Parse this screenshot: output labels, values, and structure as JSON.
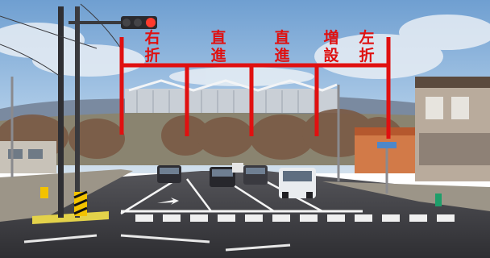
{
  "lane_diagram": {
    "color": "#e01010",
    "lanes": [
      {
        "line1": "右",
        "line2": "折"
      },
      {
        "line1": "直",
        "line2": "進"
      },
      {
        "line1": "直",
        "line2": "進"
      },
      {
        "line1": "増",
        "line2": "設"
      },
      {
        "line1": "左",
        "line2": "折"
      }
    ]
  },
  "scene": {
    "sky_color": "#8fb6dc",
    "road_color": "#3e3e42",
    "signal_state": "red"
  }
}
